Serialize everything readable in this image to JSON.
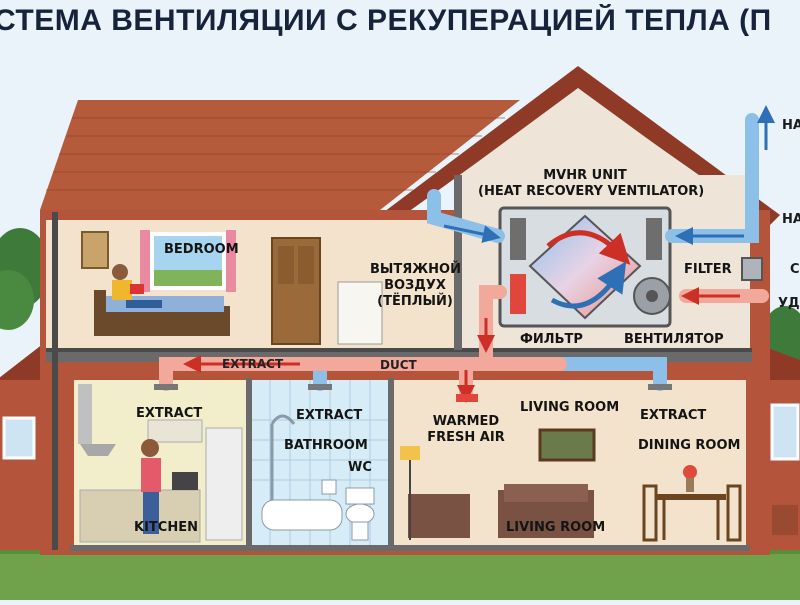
{
  "title": "СТЕМА ВЕНТИЛЯЦИИ С РЕКУПЕРАЦИЕЙ ТЕПЛА (П",
  "labels": {
    "mvhr_line1": "MVHR UNIT",
    "mvhr_line2": "(HEAT RECOVERY VENTILATOR)",
    "exhaust_line1": "ВЫТЯЖНОЙ",
    "exhaust_line2": "ВОЗДУХ",
    "exhaust_line3": "(ТЁПЛЫЙ)",
    "filter_unit": "ФИЛЬТР",
    "fan_unit": "ВЕНТИЛЯТОР",
    "filter_outside": "FILTER",
    "side_1": "НА",
    "side_2": "НА",
    "side_3": "С",
    "side_4": "УДА",
    "bedroom": "BEDROOM",
    "extract_duct": "EXTRACT",
    "duct": "DUCT",
    "extract_kitchen": "EXTRACT",
    "extract_bathroom": "EXTRACT",
    "extract_living": "EXTRACT",
    "warmed_line1": "WARMED",
    "warmed_line2": "FRESH AIR",
    "living_room_top": "LIVING ROOM",
    "bathroom": "BATHROOM",
    "wc": "WC",
    "dining_room": "DINING ROOM",
    "kitchen": "KITCHEN",
    "living_room_bottom": "LIVING ROOM"
  },
  "colors": {
    "warm_air": "#d63b2f",
    "cool_air": "#3a7fc4",
    "roof": "#b55a3a",
    "brick": "#b4543a",
    "wall": "#f3e3cc",
    "sky": "#eaf3fa",
    "grass": "#6fa24a"
  }
}
